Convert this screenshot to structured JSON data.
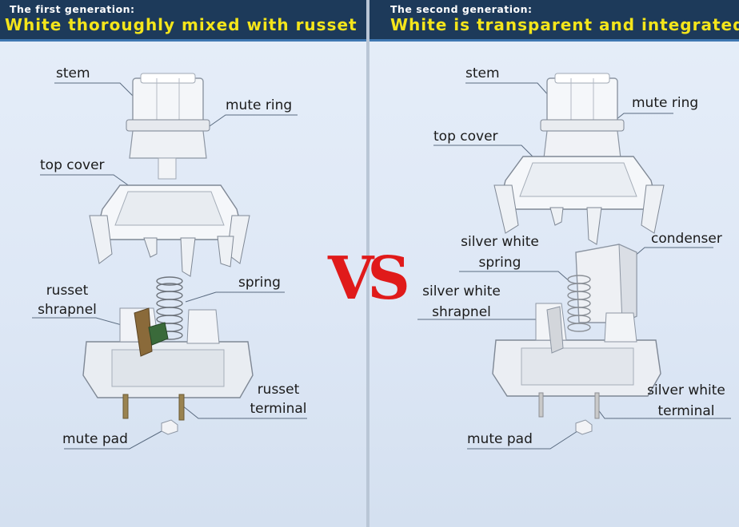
{
  "vs": "VS",
  "left": {
    "header_sub": "The first generation:",
    "header_main": "White thoroughly mixed with russet",
    "labels": {
      "stem": "stem",
      "mute_ring": "mute ring",
      "top_cover": "top cover",
      "russet_shrapnel_1": "russet",
      "russet_shrapnel_2": "shrapnel",
      "spring": "spring",
      "russet_terminal_1": "russet",
      "russet_terminal_2": "terminal",
      "mute_pad": "mute pad"
    }
  },
  "right": {
    "header_sub": "The second generation:",
    "header_main": "White is transparent and integrated",
    "labels": {
      "stem": "stem",
      "mute_ring": "mute ring",
      "top_cover": "top cover",
      "silver_white_spring_1": "silver white",
      "silver_white_spring_2": "spring",
      "condenser": "condenser",
      "silver_white_shrapnel_1": "silver white",
      "silver_white_shrapnel_2": "shrapnel",
      "silver_white_terminal_1": "silver white",
      "silver_white_terminal_2": "terminal",
      "mute_pad": "mute pad"
    }
  },
  "colors": {
    "header_bg": "#1d3a5a",
    "header_title": "#f4e51b",
    "vs": "#e01a1a",
    "russet": "#8a6a3a",
    "silver": "#c9c9c9"
  }
}
